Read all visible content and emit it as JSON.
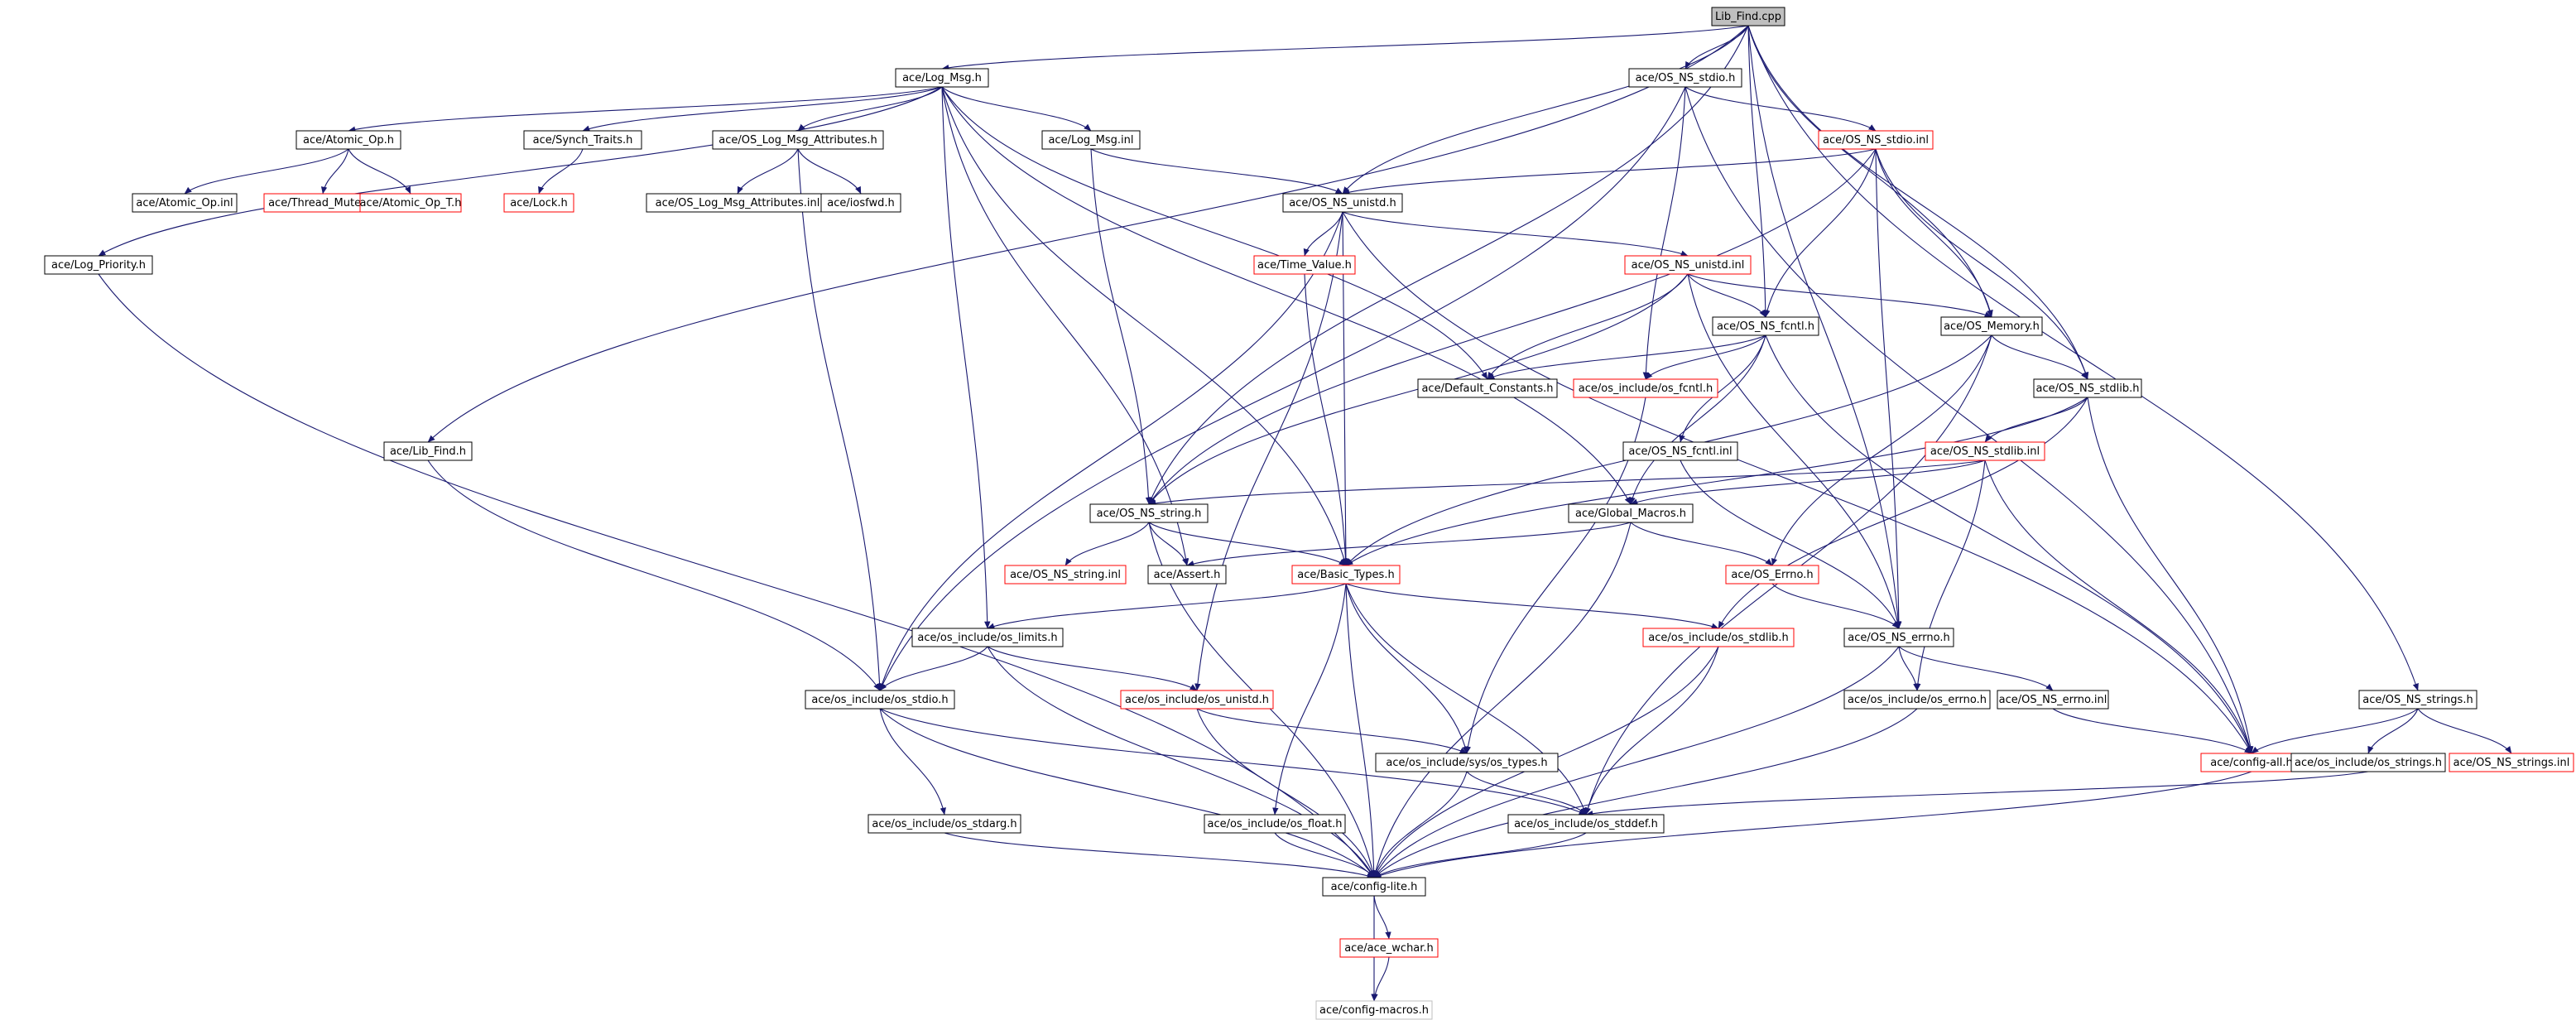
{
  "graph": {
    "root": "Lib_Find.cpp",
    "colors": {
      "edge": "#191970",
      "node_border_documented": "#000000",
      "node_border_undocumented": "#ff0000",
      "node_border_external": "#bfbfbf",
      "root_fill": "#bfbfbf",
      "node_fill": "#ffffff"
    },
    "nodes": [
      {
        "id": "lib_find_cpp",
        "label": "Lib_Find.cpp",
        "kind": "root"
      },
      {
        "id": "log_msg_h",
        "label": "ace/Log_Msg.h",
        "kind": "doc"
      },
      {
        "id": "os_ns_stdio_h",
        "label": "ace/OS_NS_stdio.h",
        "kind": "doc"
      },
      {
        "id": "atomic_op_h",
        "label": "ace/Atomic_Op.h",
        "kind": "doc"
      },
      {
        "id": "synch_traits_h",
        "label": "ace/Synch_Traits.h",
        "kind": "doc"
      },
      {
        "id": "os_log_msg_attributes_h",
        "label": "ace/OS_Log_Msg_Attributes.h",
        "kind": "doc"
      },
      {
        "id": "log_msg_inl",
        "label": "ace/Log_Msg.inl",
        "kind": "doc"
      },
      {
        "id": "os_ns_stdio_inl",
        "label": "ace/OS_NS_stdio.inl",
        "kind": "undoc"
      },
      {
        "id": "atomic_op_inl",
        "label": "ace/Atomic_Op.inl",
        "kind": "doc"
      },
      {
        "id": "thread_mutex_h",
        "label": "ace/Thread_Mutex.h",
        "kind": "undoc"
      },
      {
        "id": "atomic_op_t_h",
        "label": "ace/Atomic_Op_T.h",
        "kind": "undoc"
      },
      {
        "id": "lock_h",
        "label": "ace/Lock.h",
        "kind": "undoc"
      },
      {
        "id": "os_log_msg_attributes_inl",
        "label": "ace/OS_Log_Msg_Attributes.inl",
        "kind": "doc"
      },
      {
        "id": "iosfwd_h",
        "label": "ace/iosfwd.h",
        "kind": "doc"
      },
      {
        "id": "os_ns_unistd_h",
        "label": "ace/OS_NS_unistd.h",
        "kind": "doc"
      },
      {
        "id": "log_priority_h",
        "label": "ace/Log_Priority.h",
        "kind": "doc"
      },
      {
        "id": "time_value_h",
        "label": "ace/Time_Value.h",
        "kind": "undoc"
      },
      {
        "id": "os_ns_unistd_inl",
        "label": "ace/OS_NS_unistd.inl",
        "kind": "undoc"
      },
      {
        "id": "os_ns_fcntl_h",
        "label": "ace/OS_NS_fcntl.h",
        "kind": "doc"
      },
      {
        "id": "os_memory_h",
        "label": "ace/OS_Memory.h",
        "kind": "doc"
      },
      {
        "id": "default_constants_h",
        "label": "ace/Default_Constants.h",
        "kind": "doc"
      },
      {
        "id": "os_include_os_fcntl_h",
        "label": "ace/os_include/os_fcntl.h",
        "kind": "undoc"
      },
      {
        "id": "os_ns_stdlib_h",
        "label": "ace/OS_NS_stdlib.h",
        "kind": "doc"
      },
      {
        "id": "lib_find_h",
        "label": "ace/Lib_Find.h",
        "kind": "doc"
      },
      {
        "id": "os_ns_fcntl_inl",
        "label": "ace/OS_NS_fcntl.inl",
        "kind": "doc"
      },
      {
        "id": "os_ns_stdlib_inl",
        "label": "ace/OS_NS_stdlib.inl",
        "kind": "undoc"
      },
      {
        "id": "os_ns_string_h",
        "label": "ace/OS_NS_string.h",
        "kind": "doc"
      },
      {
        "id": "global_macros_h",
        "label": "ace/Global_Macros.h",
        "kind": "doc"
      },
      {
        "id": "os_ns_string_inl",
        "label": "ace/OS_NS_string.inl",
        "kind": "undoc"
      },
      {
        "id": "assert_h",
        "label": "ace/Assert.h",
        "kind": "doc"
      },
      {
        "id": "basic_types_h",
        "label": "ace/Basic_Types.h",
        "kind": "undoc"
      },
      {
        "id": "os_errno_h",
        "label": "ace/OS_Errno.h",
        "kind": "undoc"
      },
      {
        "id": "os_include_os_limits_h",
        "label": "ace/os_include/os_limits.h",
        "kind": "doc"
      },
      {
        "id": "os_include_os_stdlib_h",
        "label": "ace/os_include/os_stdlib.h",
        "kind": "undoc"
      },
      {
        "id": "os_ns_errno_h",
        "label": "ace/OS_NS_errno.h",
        "kind": "doc"
      },
      {
        "id": "os_include_os_stdio_h",
        "label": "ace/os_include/os_stdio.h",
        "kind": "doc"
      },
      {
        "id": "os_include_os_unistd_h",
        "label": "ace/os_include/os_unistd.h",
        "kind": "undoc"
      },
      {
        "id": "os_include_os_errno_h",
        "label": "ace/os_include/os_errno.h",
        "kind": "doc"
      },
      {
        "id": "os_ns_errno_inl",
        "label": "ace/OS_NS_errno.inl",
        "kind": "doc"
      },
      {
        "id": "os_ns_strings_h",
        "label": "ace/OS_NS_strings.h",
        "kind": "doc"
      },
      {
        "id": "os_include_sys_os_types_h",
        "label": "ace/os_include/sys/os_types.h",
        "kind": "doc"
      },
      {
        "id": "config_all_h",
        "label": "ace/config-all.h",
        "kind": "undoc"
      },
      {
        "id": "os_include_os_strings_h",
        "label": "ace/os_include/os_strings.h",
        "kind": "doc"
      },
      {
        "id": "os_ns_strings_inl",
        "label": "ace/OS_NS_strings.inl",
        "kind": "undoc"
      },
      {
        "id": "os_include_os_stdarg_h",
        "label": "ace/os_include/os_stdarg.h",
        "kind": "doc"
      },
      {
        "id": "os_include_os_float_h",
        "label": "ace/os_include/os_float.h",
        "kind": "doc"
      },
      {
        "id": "os_include_os_stddef_h",
        "label": "ace/os_include/os_stddef.h",
        "kind": "doc"
      },
      {
        "id": "config_lite_h",
        "label": "ace/config-lite.h",
        "kind": "doc"
      },
      {
        "id": "ace_wchar_h",
        "label": "ace/ace_wchar.h",
        "kind": "undoc"
      },
      {
        "id": "config_macros_h",
        "label": "ace/config-macros.h",
        "kind": "ext"
      }
    ],
    "edges": [
      [
        "lib_find_cpp",
        "log_msg_h"
      ],
      [
        "lib_find_cpp",
        "os_ns_stdio_h"
      ],
      [
        "lib_find_cpp",
        "lib_find_h"
      ],
      [
        "lib_find_cpp",
        "os_ns_string_h"
      ],
      [
        "lib_find_cpp",
        "os_ns_unistd_h"
      ],
      [
        "lib_find_cpp",
        "os_ns_fcntl_h"
      ],
      [
        "lib_find_cpp",
        "os_memory_h"
      ],
      [
        "lib_find_cpp",
        "os_ns_stdlib_h"
      ],
      [
        "lib_find_cpp",
        "os_ns_errno_h"
      ],
      [
        "lib_find_cpp",
        "os_ns_strings_h"
      ],
      [
        "log_msg_h",
        "atomic_op_h"
      ],
      [
        "log_msg_h",
        "synch_traits_h"
      ],
      [
        "log_msg_h",
        "os_log_msg_attributes_h"
      ],
      [
        "log_msg_h",
        "log_msg_inl"
      ],
      [
        "log_msg_h",
        "log_priority_h"
      ],
      [
        "log_msg_h",
        "default_constants_h"
      ],
      [
        "log_msg_h",
        "global_macros_h"
      ],
      [
        "log_msg_h",
        "assert_h"
      ],
      [
        "log_msg_h",
        "os_include_os_limits_h"
      ],
      [
        "log_msg_h",
        "basic_types_h"
      ],
      [
        "atomic_op_h",
        "atomic_op_inl"
      ],
      [
        "atomic_op_h",
        "thread_mutex_h"
      ],
      [
        "atomic_op_h",
        "atomic_op_t_h"
      ],
      [
        "synch_traits_h",
        "lock_h"
      ],
      [
        "os_log_msg_attributes_h",
        "os_log_msg_attributes_inl"
      ],
      [
        "os_log_msg_attributes_h",
        "iosfwd_h"
      ],
      [
        "os_log_msg_attributes_h",
        "os_include_os_stdio_h"
      ],
      [
        "log_msg_inl",
        "os_ns_unistd_h"
      ],
      [
        "log_msg_inl",
        "os_ns_string_h"
      ],
      [
        "os_ns_stdio_h",
        "os_ns_stdio_inl"
      ],
      [
        "os_ns_stdio_h",
        "os_include_os_stdio_h"
      ],
      [
        "os_ns_stdio_h",
        "os_include_os_fcntl_h"
      ],
      [
        "os_ns_stdio_h",
        "config_all_h"
      ],
      [
        "os_ns_stdio_inl",
        "os_ns_unistd_h"
      ],
      [
        "os_ns_stdio_inl",
        "os_ns_fcntl_h"
      ],
      [
        "os_ns_stdio_inl",
        "os_memory_h"
      ],
      [
        "os_ns_stdio_inl",
        "os_ns_stdlib_h"
      ],
      [
        "os_ns_stdio_inl",
        "os_ns_string_h"
      ],
      [
        "os_ns_stdio_inl",
        "os_ns_errno_h"
      ],
      [
        "os_ns_unistd_h",
        "time_value_h"
      ],
      [
        "os_ns_unistd_h",
        "os_ns_unistd_inl"
      ],
      [
        "os_ns_unistd_h",
        "basic_types_h"
      ],
      [
        "os_ns_unistd_h",
        "os_include_os_unistd_h"
      ],
      [
        "os_ns_unistd_h",
        "os_include_os_stdio_h"
      ],
      [
        "os_ns_unistd_h",
        "config_all_h"
      ],
      [
        "time_value_h",
        "basic_types_h"
      ],
      [
        "os_ns_unistd_inl",
        "os_ns_fcntl_h"
      ],
      [
        "os_ns_unistd_inl",
        "os_memory_h"
      ],
      [
        "os_ns_unistd_inl",
        "default_constants_h"
      ],
      [
        "os_ns_unistd_inl",
        "os_ns_string_h"
      ],
      [
        "os_ns_unistd_inl",
        "os_ns_errno_h"
      ],
      [
        "os_ns_fcntl_h",
        "default_constants_h"
      ],
      [
        "os_ns_fcntl_h",
        "os_include_os_fcntl_h"
      ],
      [
        "os_ns_fcntl_h",
        "os_ns_fcntl_inl"
      ],
      [
        "os_ns_fcntl_h",
        "global_macros_h"
      ],
      [
        "os_ns_fcntl_h",
        "config_all_h"
      ],
      [
        "os_memory_h",
        "os_ns_stdlib_h"
      ],
      [
        "os_memory_h",
        "os_errno_h"
      ],
      [
        "os_memory_h",
        "basic_types_h"
      ],
      [
        "os_memory_h",
        "os_include_os_stddef_h"
      ],
      [
        "os_ns_stdlib_h",
        "os_ns_stdlib_inl"
      ],
      [
        "os_ns_stdlib_h",
        "basic_types_h"
      ],
      [
        "os_ns_stdlib_h",
        "os_include_os_stdlib_h"
      ],
      [
        "os_ns_stdlib_h",
        "config_all_h"
      ],
      [
        "os_ns_stdlib_inl",
        "os_ns_string_h"
      ],
      [
        "os_ns_stdlib_inl",
        "global_macros_h"
      ],
      [
        "os_ns_stdlib_inl",
        "os_include_os_errno_h"
      ],
      [
        "os_ns_stdlib_inl",
        "config_all_h"
      ],
      [
        "os_ns_fcntl_inl",
        "os_ns_errno_h"
      ],
      [
        "os_include_os_fcntl_h",
        "os_include_sys_os_types_h"
      ],
      [
        "lib_find_h",
        "os_include_os_stdio_h"
      ],
      [
        "os_ns_string_h",
        "os_ns_string_inl"
      ],
      [
        "os_ns_string_h",
        "assert_h"
      ],
      [
        "os_ns_string_h",
        "basic_types_h"
      ],
      [
        "os_ns_string_h",
        "config_lite_h"
      ],
      [
        "global_macros_h",
        "assert_h"
      ],
      [
        "global_macros_h",
        "os_errno_h"
      ],
      [
        "global_macros_h",
        "config_lite_h"
      ],
      [
        "os_errno_h",
        "os_ns_errno_h"
      ],
      [
        "basic_types_h",
        "os_include_os_limits_h"
      ],
      [
        "basic_types_h",
        "os_include_os_stdlib_h"
      ],
      [
        "basic_types_h",
        "os_include_os_float_h"
      ],
      [
        "basic_types_h",
        "os_include_sys_os_types_h"
      ],
      [
        "basic_types_h",
        "os_include_os_stddef_h"
      ],
      [
        "basic_types_h",
        "config_lite_h"
      ],
      [
        "os_include_os_limits_h",
        "os_include_os_stdio_h"
      ],
      [
        "os_include_os_limits_h",
        "os_include_os_unistd_h"
      ],
      [
        "os_include_os_limits_h",
        "config_lite_h"
      ],
      [
        "os_include_os_stdlib_h",
        "os_include_os_stddef_h"
      ],
      [
        "os_include_os_stdlib_h",
        "config_lite_h"
      ],
      [
        "os_ns_errno_h",
        "os_include_os_errno_h"
      ],
      [
        "os_ns_errno_h",
        "os_ns_errno_inl"
      ],
      [
        "os_ns_errno_h",
        "config_lite_h"
      ],
      [
        "os_ns_errno_inl",
        "config_all_h"
      ],
      [
        "os_include_os_stdio_h",
        "os_include_os_stdarg_h"
      ],
      [
        "os_include_os_stdio_h",
        "os_include_os_stddef_h"
      ],
      [
        "os_include_os_stdio_h",
        "config_lite_h"
      ],
      [
        "os_include_os_unistd_h",
        "os_include_sys_os_types_h"
      ],
      [
        "os_include_os_unistd_h",
        "config_lite_h"
      ],
      [
        "os_include_os_errno_h",
        "config_lite_h"
      ],
      [
        "os_ns_strings_h",
        "config_all_h"
      ],
      [
        "os_ns_strings_h",
        "os_include_os_strings_h"
      ],
      [
        "os_ns_strings_h",
        "os_ns_strings_inl"
      ],
      [
        "os_include_os_strings_h",
        "os_include_os_stddef_h"
      ],
      [
        "os_include_sys_os_types_h",
        "os_include_os_stddef_h"
      ],
      [
        "os_include_sys_os_types_h",
        "config_lite_h"
      ],
      [
        "config_all_h",
        "config_lite_h"
      ],
      [
        "os_include_os_stdarg_h",
        "config_lite_h"
      ],
      [
        "os_include_os_float_h",
        "config_lite_h"
      ],
      [
        "os_include_os_stddef_h",
        "config_lite_h"
      ],
      [
        "log_priority_h",
        "config_lite_h"
      ],
      [
        "config_lite_h",
        "ace_wchar_h"
      ],
      [
        "config_lite_h",
        "config_macros_h"
      ],
      [
        "ace_wchar_h",
        "config_macros_h"
      ]
    ]
  }
}
